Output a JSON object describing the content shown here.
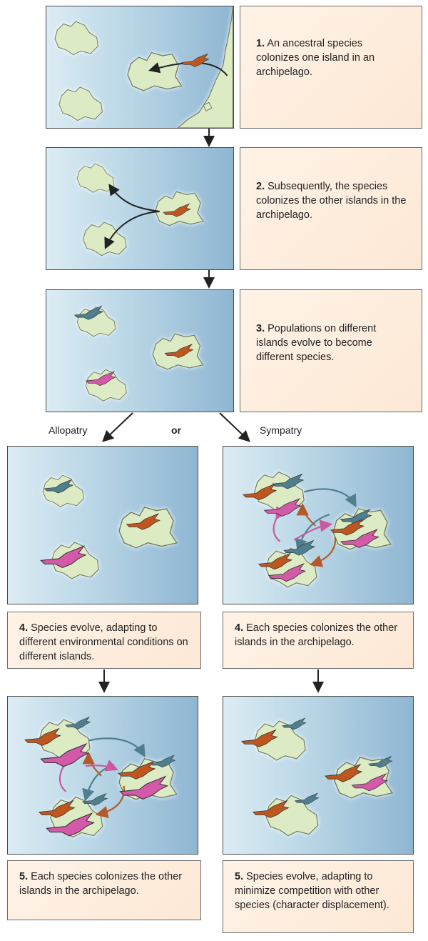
{
  "steps": {
    "s1": {
      "num": "1.",
      "text": "An ancestral species colonizes one island in an archipelago."
    },
    "s2": {
      "num": "2.",
      "text": "Subsequently, the species colonizes the other islands in the archipelago."
    },
    "s3": {
      "num": "3.",
      "text": "Populations on different islands evolve to become different species."
    },
    "s4a": {
      "num": "4.",
      "text": "Species evolve, adapting to different environmental conditions on different islands."
    },
    "s4b": {
      "num": "4.",
      "text": "Each species colonizes the other islands in the archipelago."
    },
    "s5a": {
      "num": "5.",
      "text": "Each species colonizes the other islands in the archipelago."
    },
    "s5b": {
      "num": "5.",
      "text": "Species evolve, adapting to minimize competition with other species (character displacement)."
    }
  },
  "branch": {
    "left": "Allopatry",
    "middle": "or",
    "right": "Sympatry"
  },
  "colors": {
    "orange_species": "#c0561f",
    "blue_species": "#4f7f8f",
    "pink_species": "#d45aa9",
    "island": "#dcebc4",
    "water": "#b9d6e6"
  }
}
